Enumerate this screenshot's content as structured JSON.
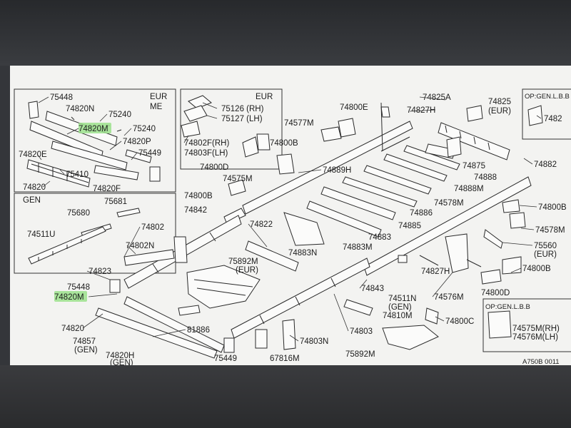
{
  "diagram": {
    "code": "A750B 0011",
    "box_titles": {
      "eur_me": [
        "EUR",
        "ME"
      ],
      "gen": "GEN",
      "eur_small": "EUR",
      "op_gen_lbb_top": "OP:GEN.L.B.B",
      "op_gen_lbb_bottom": "OP:GEN.L.B.B"
    },
    "labels": {
      "l75448a": "75448",
      "l74820n": "74820N",
      "l75240a": "75240",
      "l74820m_top": "74820M",
      "l75240b": "75240",
      "l74820p": "74820P",
      "l74820e": "74820E",
      "l75449a": "75449",
      "l75410": "75410",
      "l74820a": "74820",
      "l74820f": "74820F",
      "l75681": "75681",
      "l75680": "75680",
      "l74511u": "74511U",
      "l75126": "75126 (RH)",
      "l75127": "75127 (LH)",
      "l74802f": "74802F(RH)",
      "l74803f": "74803F(LH)",
      "l74800d_top": "74800D",
      "l74577m": "74577M",
      "l74800e": "74800E",
      "l74800b_top": "74800B",
      "l74575m_top": "74575M",
      "l74889h": "74889H",
      "l74800b_mid": "74800B",
      "l74842": "74842",
      "l74825a": "74825A",
      "l74827h_top": "74827H",
      "l74825": "74825",
      "l74825eur": "(EUR)",
      "l7482": "7482",
      "l74875": "74875",
      "l74882": "74882",
      "l74888": "74888",
      "l74888m": "74888M",
      "l74578m_a": "74578M",
      "l74886": "74886",
      "l74885": "74885",
      "l74800b_r": "74800B",
      "l74578m_b": "74578M",
      "l74802": "74802",
      "l74802n": "74802N",
      "l74822": "74822",
      "l74883": "74883",
      "l74883n": "74883N",
      "l74883m": "74883M",
      "l75560": "75560",
      "l75560eur": "(EUR)",
      "l75892m_eur": "75892M",
      "l75892m_eur2": "(EUR)",
      "l74823": "74823",
      "l75448b": "75448",
      "l74820m_bot": "74820M",
      "l74843": "74843",
      "l74827h_b": "74827H",
      "l74576m_a": "74576M",
      "l74800b_r2": "74800B",
      "l74800d_r": "74800D",
      "l74511n": "74511N",
      "l74511ngen": "(GEN)",
      "l74810m": "74810M",
      "l74800c": "74800C",
      "l74820b": "74820",
      "l74857": "74857",
      "l74857gen": "(GEN)",
      "l81886": "81886",
      "l74803n": "74803N",
      "l74803": "74803",
      "l74575m_b": "74575M(RH)",
      "l74576m_b": "74576M(LH)",
      "l74820h": "74820H",
      "l74820hgen": "(GEN)",
      "l75449b": "75449",
      "l67816m": "67816M",
      "l75892m": "75892M"
    },
    "highlight_color": "#9be08c"
  }
}
